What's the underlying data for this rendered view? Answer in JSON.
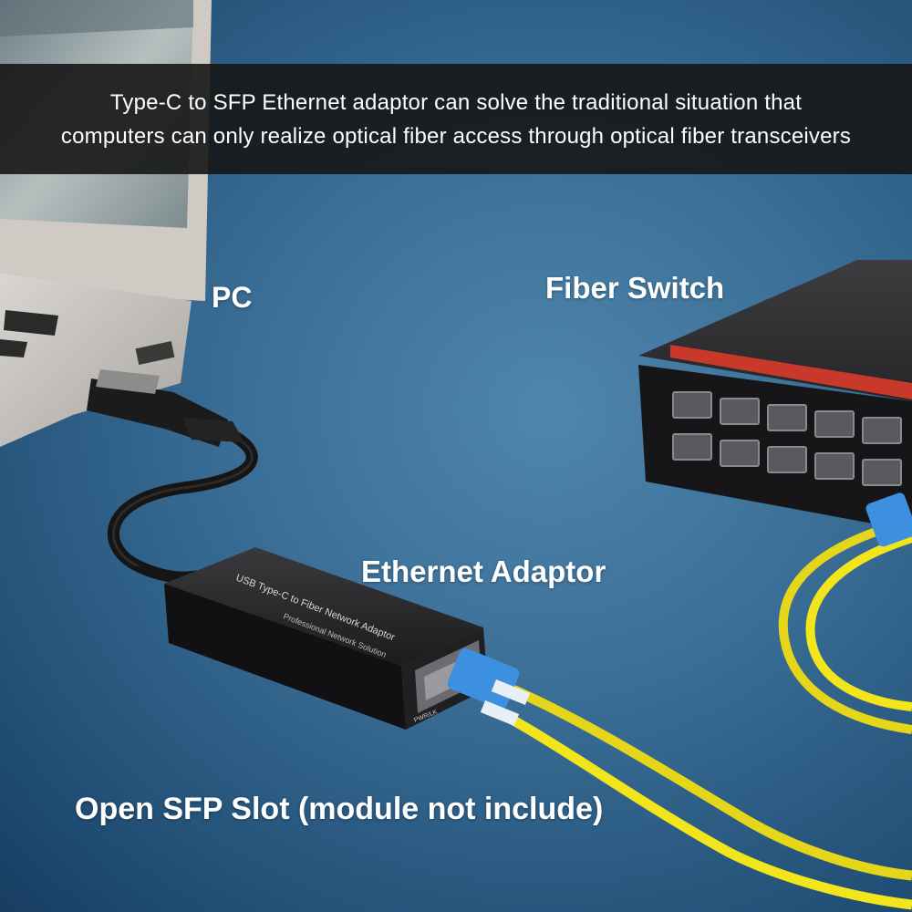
{
  "banner": {
    "line1": "Type-C to SFP Ethernet adaptor can solve the traditional situation that",
    "line2": "computers can only realize optical fiber access through optical fiber transceivers"
  },
  "labels": {
    "pc": "PC",
    "fiber_switch": "Fiber Switch",
    "ethernet_adaptor": "Ethernet Adaptor",
    "sfp_slot": "Open SFP Slot (module not include)"
  },
  "device_text": {
    "adaptor_title": "USB Type-C to Fiber Network Adaptor",
    "adaptor_subtitle": "Professional Network Solution",
    "port_label": "PWR/LK"
  },
  "colors": {
    "background": "#2f5f87",
    "banner": "#161616",
    "fiber_cable": "#f2e51c",
    "lc_connector": "#3d8fe0",
    "switch_stripe": "#c8392c"
  }
}
